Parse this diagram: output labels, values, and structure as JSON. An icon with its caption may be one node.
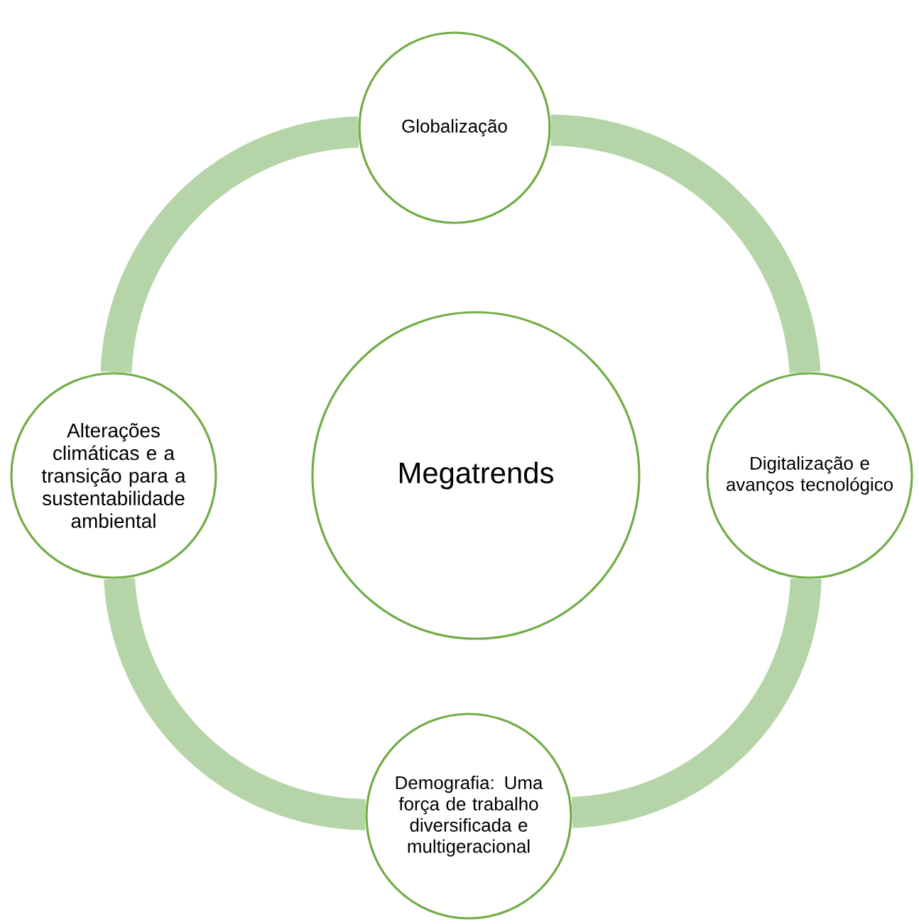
{
  "diagram": {
    "nodes": [
      {
        "text": [
          "Globalização"
        ]
      },
      {
        "text": [
          "Alterações climáticas e a transição para a sustentabilidade ambiental"
        ]
      },
      {
        "text": [
          "Megatrends"
        ]
      },
      {
        "text": [
          "Digitalização e avanços tecnológico"
        ]
      },
      {
        "text": [
          "Demografia: Uma força de trabalho diversificada e multigeracional"
        ]
      }
    ],
    "edges": [
      {
        "from": 0,
        "to": 3,
        "arrow": "none"
      },
      {
        "from": 3,
        "to": 4,
        "arrow": "none"
      },
      {
        "from": 4,
        "to": 1,
        "arrow": "none"
      },
      {
        "from": 1,
        "to": 0,
        "arrow": "none"
      }
    ]
  }
}
